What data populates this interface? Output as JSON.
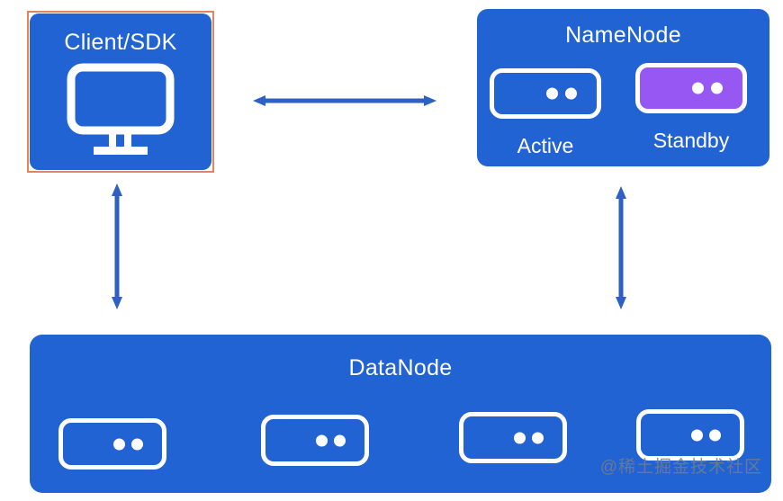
{
  "diagram": {
    "type": "architecture-diagram",
    "client": {
      "title": "Client/SDK",
      "icon": "monitor-icon",
      "selected": true
    },
    "namenode": {
      "title": "NameNode",
      "servers": [
        {
          "label": "Active",
          "state_color": "#2263d3"
        },
        {
          "label": "Standby",
          "state_color": "#9757f3"
        }
      ]
    },
    "datanode": {
      "title": "DataNode",
      "server_count": 4
    },
    "connections": [
      {
        "from": "Client/SDK",
        "to": "NameNode",
        "style": "double-arrow"
      },
      {
        "from": "Client/SDK",
        "to": "DataNode",
        "style": "double-arrow"
      },
      {
        "from": "NameNode",
        "to": "DataNode",
        "style": "double-arrow"
      }
    ],
    "watermark": "@稀土掘金技术社区",
    "colors": {
      "box_blue": "#2263d3",
      "standby_purple": "#9757f3",
      "arrow_blue": "#2e5fc4",
      "selection_orange": "#e2855f",
      "text_white": "#ffffff",
      "watermark_gray": "#767c88"
    }
  }
}
